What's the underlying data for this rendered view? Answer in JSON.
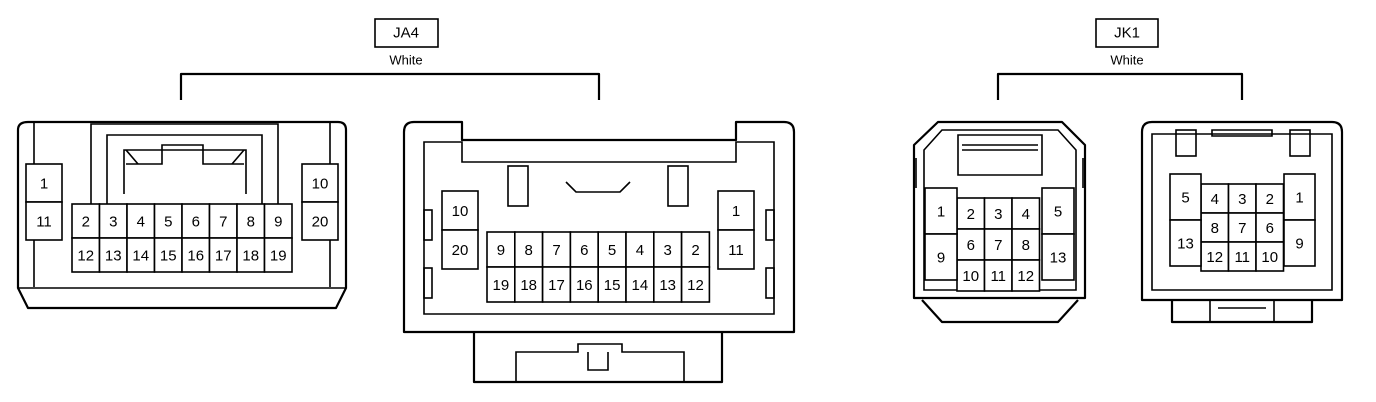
{
  "connectors": [
    {
      "id": "JA4",
      "color": "White",
      "views": [
        {
          "rows": [
            [
              "2",
              "3",
              "4",
              "5",
              "6",
              "7",
              "8",
              "9"
            ],
            [
              "12",
              "13",
              "14",
              "15",
              "16",
              "17",
              "18",
              "19"
            ]
          ],
          "left": [
            [
              "1"
            ],
            [
              "11"
            ]
          ],
          "right": [
            [
              "10"
            ],
            [
              "20"
            ]
          ]
        },
        {
          "rows": [
            [
              "9",
              "8",
              "7",
              "6",
              "5",
              "4",
              "3",
              "2"
            ],
            [
              "19",
              "18",
              "17",
              "16",
              "15",
              "14",
              "13",
              "12"
            ]
          ],
          "left": [
            [
              "10"
            ],
            [
              "20"
            ]
          ],
          "right": [
            [
              "1"
            ],
            [
              "11"
            ]
          ]
        }
      ]
    },
    {
      "id": "JK1",
      "color": "White",
      "views": [
        {
          "rows": [
            [
              "2",
              "3",
              "4"
            ],
            [
              "6",
              "7",
              "8"
            ],
            [
              "10",
              "11",
              "12"
            ]
          ],
          "left": [
            [
              "1"
            ],
            [
              "9"
            ]
          ],
          "right": [
            [
              "5"
            ],
            [
              "13"
            ]
          ]
        },
        {
          "rows": [
            [
              "4",
              "3",
              "2"
            ],
            [
              "8",
              "7",
              "6"
            ],
            [
              "12",
              "11",
              "10"
            ]
          ],
          "left": [
            [
              "5"
            ],
            [
              "13"
            ]
          ],
          "right": [
            [
              "1"
            ],
            [
              "9"
            ]
          ]
        }
      ]
    }
  ]
}
